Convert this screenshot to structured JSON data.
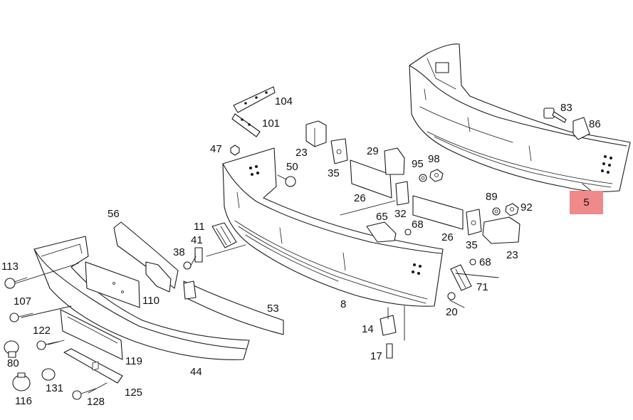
{
  "diagram": {
    "highlight_color": "#f08a8a",
    "highlighted_part": "5",
    "part_labels": {
      "p5": "5",
      "p8": "8",
      "p11": "11",
      "p14": "14",
      "p17": "17",
      "p20": "20",
      "p23a": "23",
      "p23b": "23",
      "p26a": "26",
      "p26b": "26",
      "p29": "29",
      "p32": "32",
      "p35a": "35",
      "p35b": "35",
      "p38": "38",
      "p41": "41",
      "p44": "44",
      "p47": "47",
      "p50": "50",
      "p53": "53",
      "p56": "56",
      "p65": "65",
      "p68a": "68",
      "p68b": "68",
      "p71": "71",
      "p80": "80",
      "p83": "83",
      "p86": "86",
      "p89": "89",
      "p92": "92",
      "p95": "95",
      "p98": "98",
      "p101": "101",
      "p104": "104",
      "p107": "107",
      "p110": "110",
      "p113": "113",
      "p116": "116",
      "p119": "119",
      "p122": "122",
      "p125": "125",
      "p128": "128",
      "p131": "131"
    }
  }
}
